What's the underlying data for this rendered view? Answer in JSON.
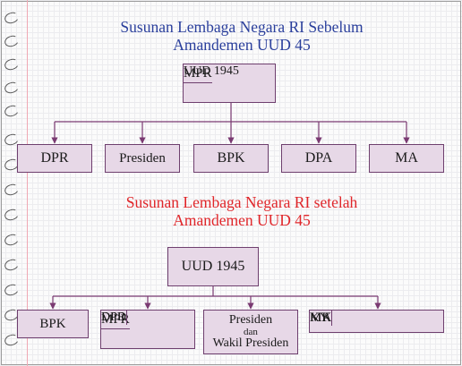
{
  "before": {
    "title_line1": "Susunan Lembaga Negara RI Sebelum",
    "title_line2": "Amandemen UUD 45",
    "top_box": {
      "upper": "MPR",
      "lower": "UUD 1945"
    },
    "bodies": [
      "DPR",
      "Presiden",
      "BPK",
      "DPA",
      "MA"
    ]
  },
  "after": {
    "title_line1": "Susunan Lembaga Negara RI setelah",
    "title_line2": "Amandemen UUD 45",
    "top_box": "UUD 1945",
    "bpk": "BPK",
    "mpr": {
      "label": "MPR",
      "parts": [
        "DPD",
        "DPR"
      ]
    },
    "presiden": {
      "line1": "Presiden",
      "line2": "dan",
      "line3": "Wakil Presiden"
    },
    "judicial": [
      "MK",
      "MA",
      "KY"
    ]
  },
  "colors": {
    "box_fill": "#e7d8e7",
    "box_border": "#6e3f6e",
    "connector": "#7a3a72",
    "title_before": "#2a3f9c",
    "title_after": "#e0262a"
  }
}
